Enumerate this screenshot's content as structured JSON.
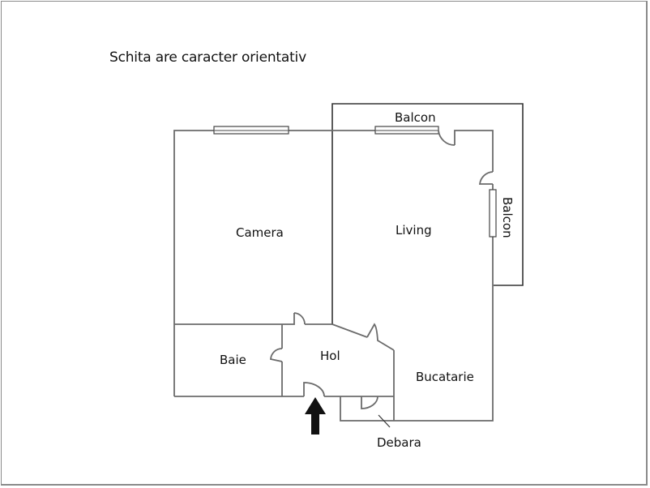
{
  "title": "Schita are caracter orientativ",
  "rooms": {
    "camera": "Camera",
    "living": "Living",
    "baie": "Baie",
    "hol": "Hol",
    "bucatarie": "Bucatarie",
    "debara": "Debara",
    "balcon_top": "Balcon",
    "balcon_side": "Balcon"
  },
  "colors": {
    "wall": "#6b6b6b",
    "outline": "#333333",
    "arrow": "#111111",
    "text": "#111111"
  },
  "entrance": "entrance-arrow"
}
